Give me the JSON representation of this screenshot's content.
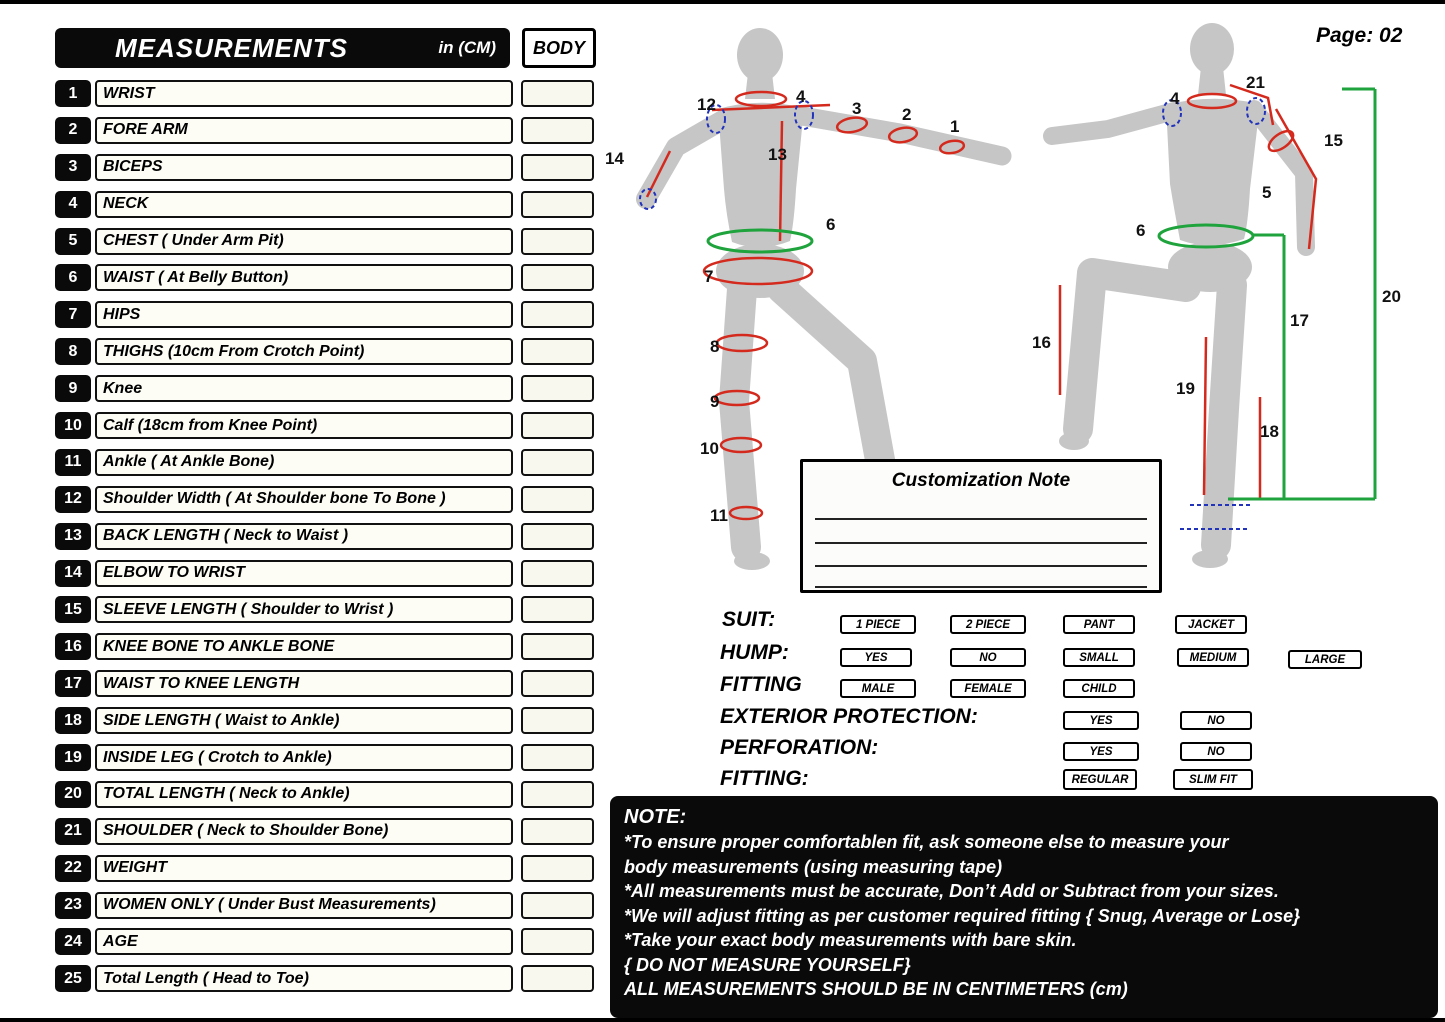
{
  "page_label": "Page: 02",
  "header": {
    "title": "MEASUREMENTS",
    "unit": "in (CM)",
    "body_column": "BODY"
  },
  "measurements": {
    "rows": [
      {
        "num": "1",
        "label": "WRIST"
      },
      {
        "num": "2",
        "label": "FORE ARM"
      },
      {
        "num": "3",
        "label": "BICEPS"
      },
      {
        "num": "4",
        "label": "NECK"
      },
      {
        "num": "5",
        "label": "CHEST ( Under Arm Pit)"
      },
      {
        "num": "6",
        "label": "WAIST ( At Belly Button)"
      },
      {
        "num": "7",
        "label": "HIPS"
      },
      {
        "num": "8",
        "label": "THIGHS (10cm  From  Crotch Point)"
      },
      {
        "num": "9",
        "label": "Knee"
      },
      {
        "num": "10",
        "label": "Calf (18cm from Knee Point)"
      },
      {
        "num": "11",
        "label": "Ankle ( At Ankle Bone)"
      },
      {
        "num": "12",
        "label": "Shoulder Width ( At Shoulder bone To Bone )"
      },
      {
        "num": "13",
        "label": "BACK LENGTH ( Neck to Waist )"
      },
      {
        "num": "14",
        "label": "ELBOW TO WRIST"
      },
      {
        "num": "15",
        "label": "SLEEVE LENGTH ( Shoulder to Wrist )"
      },
      {
        "num": "16",
        "label": "KNEE BONE TO ANKLE BONE"
      },
      {
        "num": "17",
        "label": "WAIST TO KNEE LENGTH"
      },
      {
        "num": "18",
        "label": "SIDE LENGTH ( Waist to Ankle)"
      },
      {
        "num": "19",
        "label": "INSIDE LEG ( Crotch to Ankle)"
      },
      {
        "num": "20",
        "label": "TOTAL LENGTH ( Neck to Ankle)"
      },
      {
        "num": "21",
        "label": "SHOULDER ( Neck to Shoulder Bone)"
      },
      {
        "num": "22",
        "label": "WEIGHT"
      },
      {
        "num": "23",
        "label": "WOMEN ONLY ( Under Bust Measurements)"
      },
      {
        "num": "24",
        "label": "AGE"
      },
      {
        "num": "25",
        "label": "Total Length ( Head to Toe)"
      }
    ]
  },
  "customization": {
    "title": "Customization Note"
  },
  "options": {
    "suit": {
      "label": "SUIT:",
      "choices": [
        "1 PIECE",
        "2 PIECE",
        "PANT",
        "JACKET"
      ]
    },
    "hump": {
      "label": "HUMP:",
      "choices": [
        "YES",
        "NO",
        "SMALL",
        "MEDIUM",
        "LARGE"
      ]
    },
    "fitting": {
      "label": "FITTING",
      "choices": [
        "MALE",
        "FEMALE",
        "CHILD"
      ]
    },
    "exterior_protection": {
      "label": "EXTERIOR PROTECTION:",
      "choices": [
        "YES",
        "NO"
      ]
    },
    "perforation": {
      "label": "PERFORATION:",
      "choices": [
        "YES",
        "NO"
      ]
    },
    "fitting_cut": {
      "label": "FITTING:",
      "choices": [
        "REGULAR",
        "SLIM FIT"
      ]
    }
  },
  "note": {
    "heading": "NOTE:",
    "lines": [
      "*To ensure proper comfortablen  fit, ask someone else to measure your",
      "body measurements (using measuring tape)",
      "*All measurements must be accurate, Don’t Add or Subtract from your sizes.",
      "*We will adjust fitting as per customer required fitting { Snug, Average or Lose}",
      "*Take your exact body measurements with bare skin.",
      "{ DO NOT MEASURE YOURSELF}",
      "ALL MEASUREMENTS SHOULD BE IN CENTIMETERS (cm)"
    ]
  },
  "figures": {
    "back_annotations": [
      "12",
      "4",
      "3",
      "2",
      "1",
      "13",
      "14",
      "6",
      "7",
      "8",
      "9",
      "10",
      "11"
    ],
    "front_annotations": [
      "4",
      "21",
      "15",
      "5",
      "6",
      "16",
      "17",
      "19",
      "18",
      "20"
    ]
  },
  "colors": {
    "measure_red": "#d42a1e",
    "measure_green": "#1fa33c",
    "measure_blue": "#2233bb",
    "panel_black": "#0a0a0a"
  }
}
